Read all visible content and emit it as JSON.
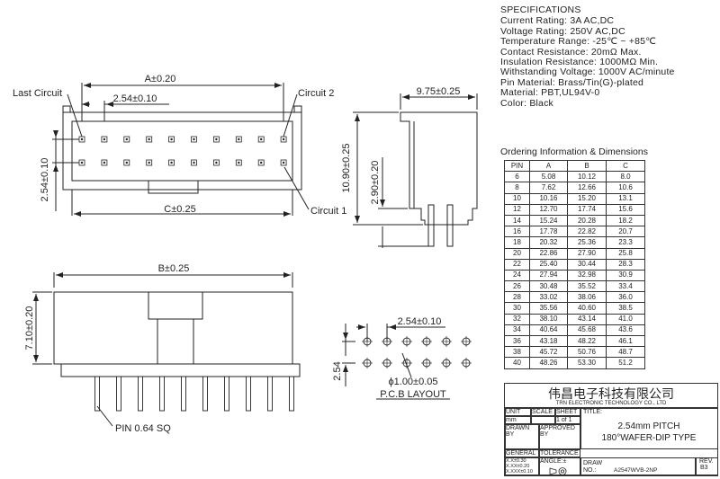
{
  "specs": {
    "title": "SPECIFICATIONS",
    "lines": [
      "Current Rating: 3A AC,DC",
      "Voltage Rating: 250V AC,DC",
      "Temperature Range: -25℃ ~ +85℃",
      "Contact Resistance: 20mΩ Max.",
      "Insulation Resistance: 1000MΩ Min.",
      "Withstanding Voltage: 1000V AC/minute",
      "Pin Material: Brass/Tin(G)-plated",
      "Material: PBT,UL94V-0",
      "Color: Black"
    ]
  },
  "ordering": {
    "title": "Ordering Information & Dimensions",
    "headers": [
      "PIN",
      "A",
      "B",
      "C"
    ],
    "rows": [
      [
        "6",
        "5.08",
        "10.12",
        "8.0"
      ],
      [
        "8",
        "7.62",
        "12.66",
        "10.6"
      ],
      [
        "10",
        "10.16",
        "15.20",
        "13.1"
      ],
      [
        "12",
        "12.70",
        "17.74",
        "15.6"
      ],
      [
        "14",
        "15.24",
        "20.28",
        "18.2"
      ],
      [
        "16",
        "17.78",
        "22.82",
        "20.7"
      ],
      [
        "18",
        "20.32",
        "25.36",
        "23.3"
      ],
      [
        "20",
        "22.86",
        "27.90",
        "25.8"
      ],
      [
        "22",
        "25.40",
        "30.44",
        "28.3"
      ],
      [
        "24",
        "27.94",
        "32.98",
        "30.9"
      ],
      [
        "26",
        "30.48",
        "35.52",
        "33.4"
      ],
      [
        "28",
        "33.02",
        "38.06",
        "36.0"
      ],
      [
        "30",
        "35.56",
        "40.60",
        "38.5"
      ],
      [
        "32",
        "38.10",
        "43.14",
        "41.0"
      ],
      [
        "34",
        "40.64",
        "45.68",
        "43.6"
      ],
      [
        "36",
        "43.18",
        "48.22",
        "46.1"
      ],
      [
        "38",
        "45.72",
        "50.76",
        "48.7"
      ],
      [
        "40",
        "48.26",
        "53.30",
        "51.2"
      ]
    ]
  },
  "dims": {
    "a": "A±0.20",
    "pitch_top": "2.54±0.10",
    "c": "C±0.25",
    "row_pitch": "2.54±0.10",
    "last_circuit": "Last Circuit",
    "circuit2": "Circuit 2",
    "circuit1": "Circuit 1",
    "side_width": "9.75±0.25",
    "side_height": "10.90±0.25",
    "side_pin": "2.90±0.20",
    "b": "B±0.25",
    "front_height": "7.10±0.20",
    "pin_size": "PIN 0.64 SQ",
    "pcb_pitch": "2.54±0.10",
    "pcb_row": "2.54",
    "hole": "ϕ1.00±0.05",
    "pcb_title": "P.C.B LAYOUT"
  },
  "title_block": {
    "company_cn": "伟昌电子科技有限公司",
    "company_en": "TRN ELECTRONIC TECHNOLOGY CO., LTD",
    "unit_label": "UNIT",
    "unit_value": "mm",
    "scale_label": "SCALE",
    "sheet_label": "SHEET",
    "sheet_value": "1 of 1",
    "title_label": "TITLE:",
    "title_line1": "2.54mm PITCH",
    "title_line2": "180°WAFER-DIP TYPE",
    "drawn_by": "DRAWN BY",
    "approved_by_1": "APPROVED",
    "approved_by_2": "BY",
    "general": "GENERAL",
    "tolerance": "TOLERANCE",
    "tol1": "X.X±0.30",
    "tol2": "X.XX±0.20",
    "tol3": "X.XXX±0.10",
    "angle": "ANGLE:±",
    "draw_label": "DRAW",
    "no_label": "NO.:",
    "draw_no": "A2547WVB-2NP",
    "rev_label": "REV.",
    "rev_value": "B3"
  }
}
